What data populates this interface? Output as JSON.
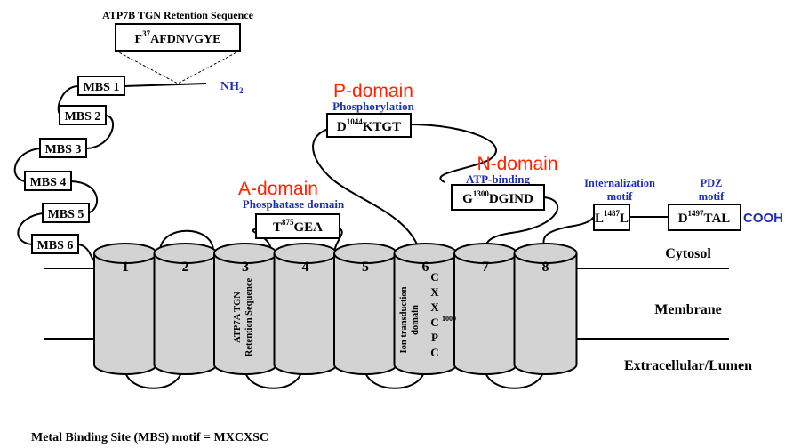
{
  "header": {
    "atp7b_title": "ATP7B TGN Retention Sequence",
    "atp7b_seq_prefix": "F",
    "atp7b_seq_sup": "37",
    "atp7b_seq_suffix": "AFDNVGYE"
  },
  "nterm": {
    "nh2_main": "NH",
    "nh2_sub": "2"
  },
  "mbs": [
    "MBS 1",
    "MBS 2",
    "MBS 3",
    "MBS 4",
    "MBS 5",
    "MBS 6"
  ],
  "helices": [
    "1",
    "2",
    "3",
    "4",
    "5",
    "6",
    "7",
    "8"
  ],
  "helix3_label": {
    "line1": "ATP7A TGN",
    "line2": "Retention Sequence"
  },
  "helix6_label": {
    "line1": "Ion transduction",
    "line2": "domain",
    "motif_chars": [
      "C",
      "X",
      "X",
      "C",
      "P",
      "C"
    ],
    "motif_sup": "1000"
  },
  "p_domain": {
    "title": "P-domain",
    "subtitle": "Phosphorylation",
    "box_prefix": "D",
    "box_sup": "1044",
    "box_suffix": "KTGT"
  },
  "a_domain": {
    "title": "A-domain",
    "subtitle": "Phosphatase domain",
    "box_prefix": "T",
    "box_sup": "875",
    "box_suffix": "GEA"
  },
  "n_domain": {
    "title": "N-domain",
    "subtitle": "ATP-binding",
    "box_prefix": "G",
    "box_sup": "1300",
    "box_suffix": "DGIND"
  },
  "internalization": {
    "label_line1": "Internalization",
    "label_line2": "motif",
    "box_prefix": "L",
    "box_sup": "1487",
    "box_suffix": "L"
  },
  "pdz": {
    "label_line1": "PDZ",
    "label_line2": "motif",
    "box_prefix": "D",
    "box_sup": "1497",
    "box_suffix": "TAL"
  },
  "cterm": "COOH",
  "regions": {
    "cytosol": "Cytosol",
    "membrane": "Membrane",
    "extracellular": "Extracellular/Lumen"
  },
  "footer": "Metal Binding Site (MBS) motif = MXCXSC",
  "colors": {
    "domain_title": "#ff2200",
    "domain_subtitle": "#1f2fb5",
    "helix_fill": "#d3d3d3"
  }
}
